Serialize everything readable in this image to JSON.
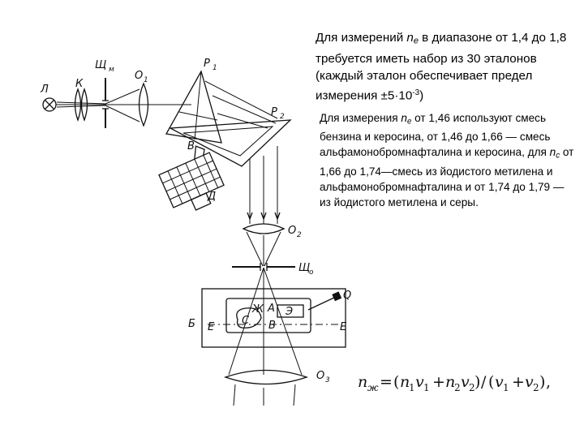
{
  "diagram": {
    "labels": {
      "lamp": "Л",
      "condenser": "К",
      "slit_m_main": "Щ",
      "slit_m_sub": "м",
      "lens1_main": "О",
      "lens1_sub": "1",
      "prism1_main": "Р",
      "prism1_sub": "1",
      "prism2_main": "Р",
      "prism2_sub": "2",
      "drum": "В",
      "drive": "Д",
      "lens2_main": "О",
      "lens2_sub": "2",
      "slit_o_main": "Щ",
      "slit_o_sub": "о",
      "vessel": "Б",
      "cell_g": "Ж",
      "cell_a": "А",
      "cell_e": "Э",
      "cell_s": "С",
      "cell_v": "В",
      "edge_left": "Е",
      "edge_right": "Е",
      "q": "Q",
      "lens3_main": "О",
      "lens3_sub": "3"
    }
  },
  "text1": {
    "p1": "Для измерений ",
    "n": "n",
    "n_sub": "e",
    "p2": " в диапазоне от 1,4 до 1,8 требуется иметь набор из 30 эталонов (каждый эталон обеспечивает предел измерения ±5·10",
    "exp": "-3",
    "p3": ")"
  },
  "text2": {
    "p1": "Для измерения ",
    "n1": "n",
    "n1_sub": "e",
    "p2": " от 1,46 используют смесь бензина и керосина, от 1,46 до 1,66 — смесь альфамонобромнафталина и керосина, для ",
    "n2": "n",
    "n2_sub": "c",
    "p3": " от 1,66 до 1,74—смесь из йодистого метилена и альфамонобромнафталина и от 1,74 до 1,79 — из йодистого метилена и серы."
  },
  "formula": {
    "lhs": "n",
    "lhs_sub": "ж",
    "eq": "=",
    "open1": "(",
    "n1": "n",
    "n1_sub": "1",
    "v1": "v",
    "v1_sub": "1",
    "plus1": "+",
    "n2": "n",
    "n2_sub": "2",
    "v2": "v",
    "v2_sub": "2",
    "close1": ")",
    "slash": "/",
    "open2": "(",
    "v3": "v",
    "v3_sub": "1",
    "plus2": "+",
    "v4": "v",
    "v4_sub": "2",
    "close2": ")",
    "comma": ","
  }
}
